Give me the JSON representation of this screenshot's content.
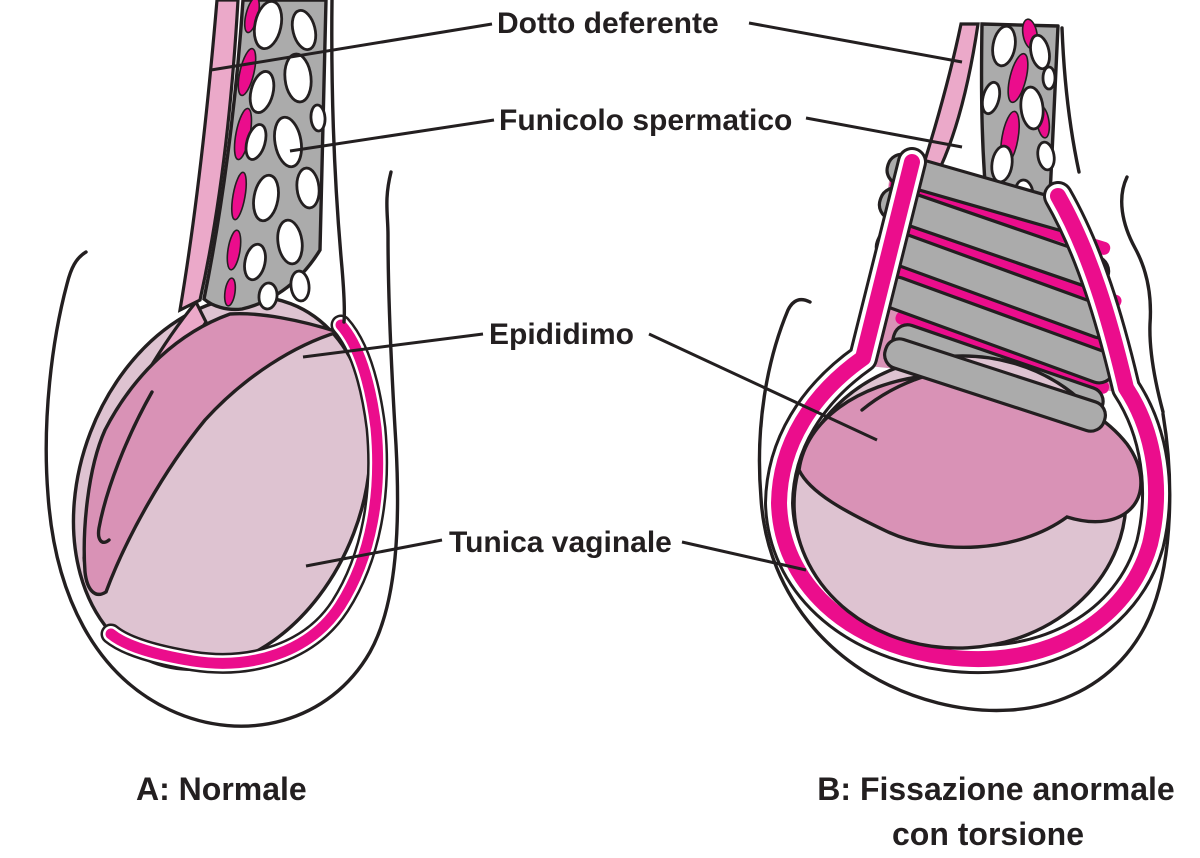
{
  "figure": {
    "labels": {
      "dotto_deferente": "Dotto deferente",
      "funicolo_spermatico": "Funicolo spermatico",
      "epididimo": "Epididimo",
      "tunica_vaginale": "Tunica vaginale"
    },
    "captions": {
      "panel_a": "A: Normale",
      "panel_b_line1": "B: Fissazione anormale",
      "panel_b_line2": "con torsione"
    }
  },
  "colors": {
    "magenta": "#EB0D8C",
    "pink-band": "#EBA9C9",
    "epididymis": "#D992B6",
    "testis": "#DEC3D1",
    "mesh-gray": "#ABABAB",
    "ink": "#231F20",
    "paper": "#FFFFFF"
  }
}
